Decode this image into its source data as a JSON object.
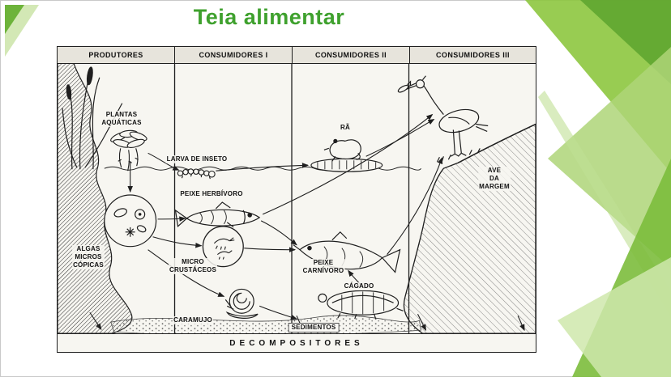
{
  "slide": {
    "title": "Teia alimentar"
  },
  "colors": {
    "title": "#3fa12e",
    "ink": "#1f1f1f",
    "paper": "#f7f6f1",
    "header": "#e7e4dc",
    "green1": "#8dc63f",
    "green2": "#62a832",
    "green3": "#aed578",
    "green4": "#7cbd3c",
    "green5": "#cfe8ac",
    "green6": "#bfe095",
    "green7": "#6db33a"
  },
  "diagram": {
    "headers": [
      "PRODUTORES",
      "CONSUMIDORES I",
      "CONSUMIDORES II",
      "CONSUMIDORES III"
    ],
    "labels": {
      "plantas": "PLANTAS\nAQUÁTICAS",
      "larva": "LARVA DE INSETO",
      "ra": "RÃ",
      "ave": "AVE\nDA\nMARGEM",
      "peixe_herbivoro": "PEIXE HERBÍVORO",
      "algas": "ALGAS\nMICROS\nCÓPICAS",
      "micro_crustaceos": "MICRO\nCRUSTÁCEOS",
      "peixe_carnivoro": "PEIXE\nCARNÍVORO",
      "cagado": "CÁGADO",
      "caramujo": "CARAMUJO",
      "sedimentos": "SEDIMENTOS",
      "decompositores": "DECOMPOSITORES"
    }
  }
}
